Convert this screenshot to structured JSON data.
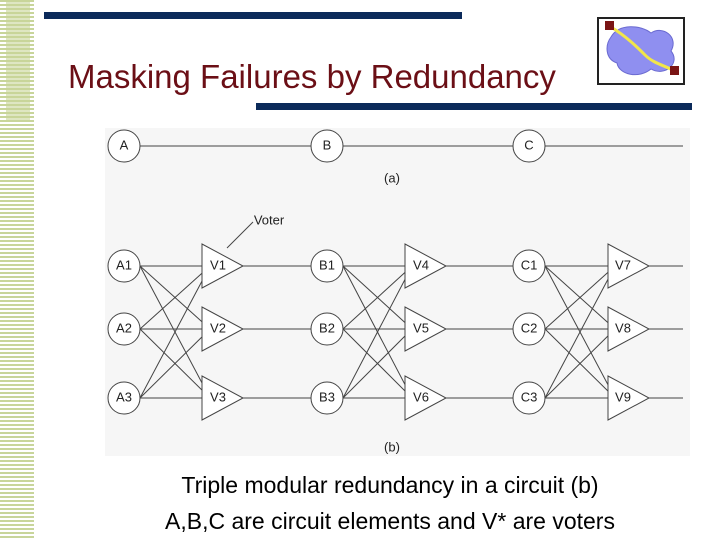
{
  "title": "Masking Failures by Redundancy",
  "figure": {
    "top_row": [
      "A",
      "B",
      "C"
    ],
    "label_a": "(a)",
    "label_b": "(b)",
    "voter_label": "Voter",
    "elements": {
      "col1": [
        "A1",
        "A2",
        "A3"
      ],
      "col2": [
        "B1",
        "B2",
        "B3"
      ],
      "col3": [
        "C1",
        "C2",
        "C3"
      ]
    },
    "voters": {
      "col1": [
        "V1",
        "V2",
        "V3"
      ],
      "col2": [
        "V4",
        "V5",
        "V6"
      ],
      "col3": [
        "V7",
        "V8",
        "V9"
      ]
    }
  },
  "caption": {
    "line1": "Triple modular redundancy in a circuit (b)",
    "line2": "A,B,C are circuit elements and V* are voters"
  },
  "colors": {
    "accent_navy": "#0b2a5a",
    "title_red": "#6b0f16",
    "stripe_green": "#c8d59a"
  }
}
